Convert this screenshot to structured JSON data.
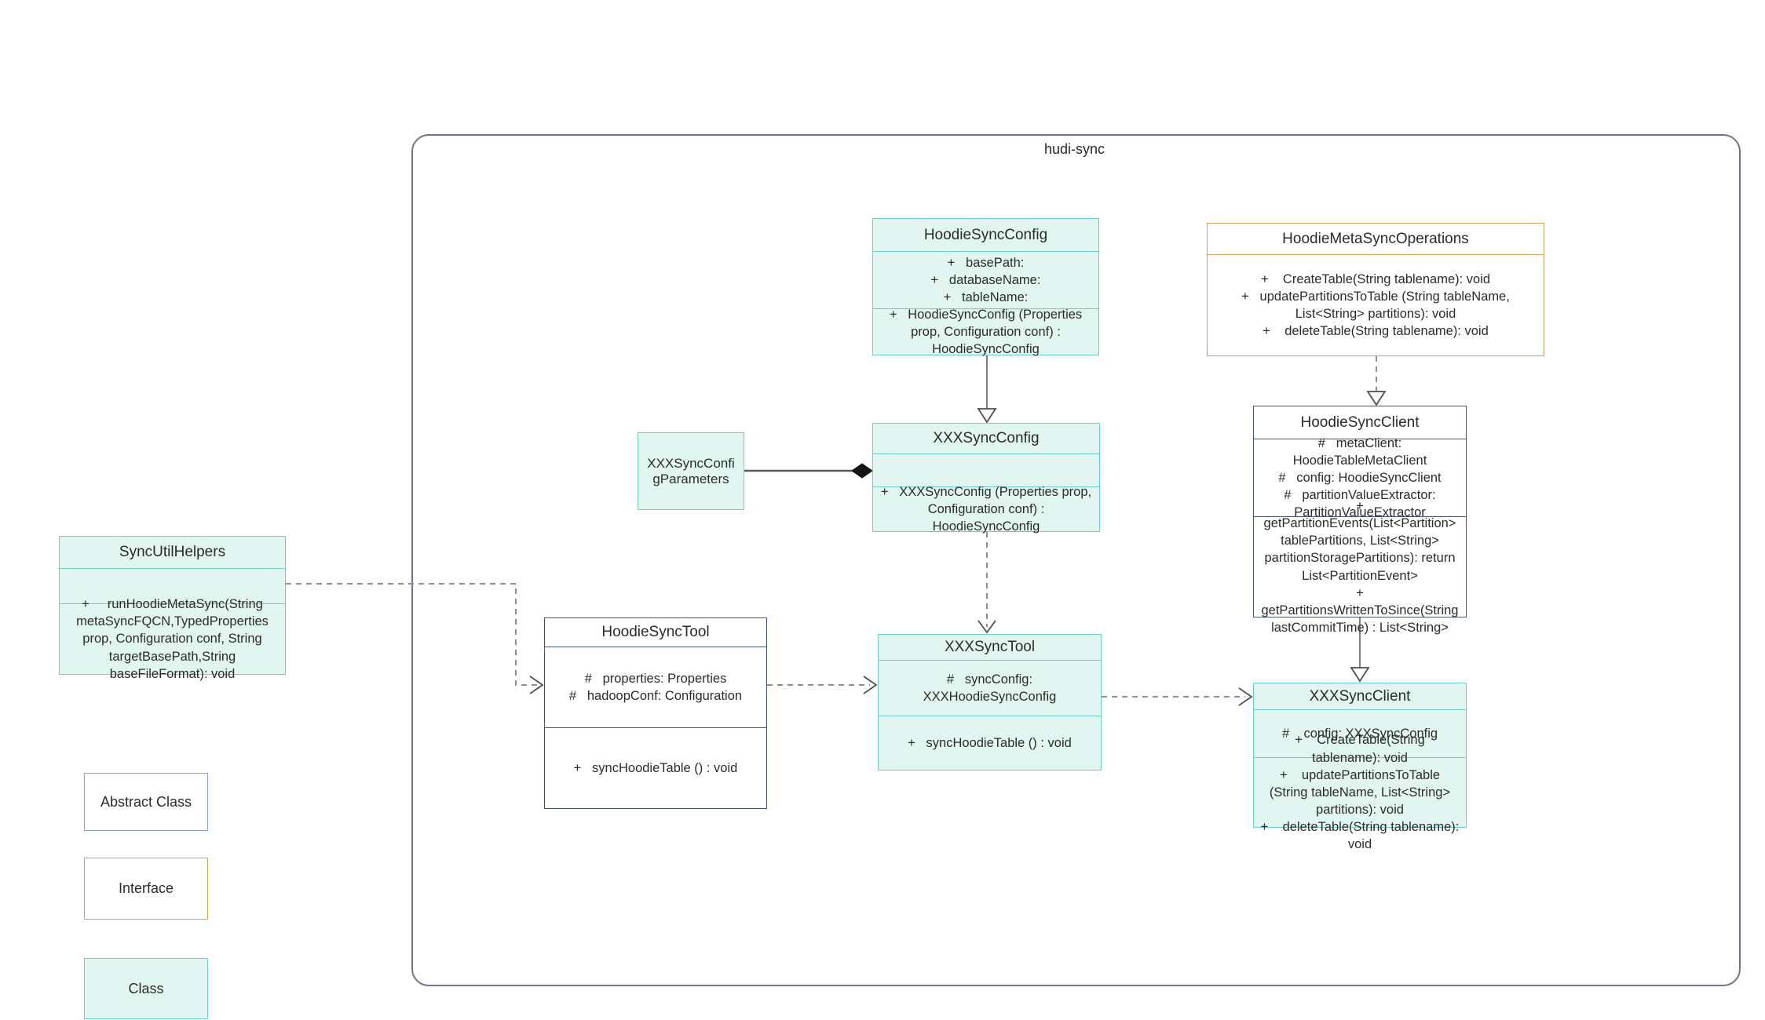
{
  "palette": {
    "class_fill": "#e1f6f1",
    "class_border": "#6ecec2",
    "abstract_border": "#44527a",
    "abstract_legend_border": "#8ba0d8",
    "interface_border": "#d3a05d",
    "package_border": "#6e7585",
    "connector_gray": "#8f8f8f",
    "text": "#2b2b2b"
  },
  "package": {
    "label": "hudi-sync"
  },
  "classes": {
    "hoodie_sync_config": {
      "title": "HoodieSyncConfig",
      "attributes": [
        "+   basePath:",
        "+   databaseName:",
        "+   tableName:"
      ],
      "methods": [
        "+   HoodieSyncConfig (Properties prop, Configuration conf) : HoodieSyncConfig"
      ]
    },
    "hoodie_meta_sync_operations": {
      "title": "HoodieMetaSyncOperations",
      "methods": [
        "+    CreateTable(String tablename): void",
        "+   updatePartitionsToTable (String tableName, List<String> partitions): void",
        "+    deleteTable(String tablename): void"
      ]
    },
    "xxx_sync_config": {
      "title": "XXXSyncConfig",
      "attributes": [],
      "methods": [
        "+   XXXSyncConfig (Properties prop, Configuration conf) : HoodieSyncConfig"
      ]
    },
    "xxx_sync_config_parameters": {
      "title": "XXXSyncConfigParameters"
    },
    "sync_util_helpers": {
      "title": "SyncUtilHelpers",
      "attributes": [],
      "methods": [
        "+     runHoodieMetaSync(String metaSyncFQCN,TypedProperties prop, Configuration conf, String targetBasePath,String baseFileFormat): void"
      ]
    },
    "hoodie_sync_tool": {
      "title": "HoodieSyncTool",
      "attributes": [
        "#   properties: Properties",
        "#   hadoopConf: Configuration"
      ],
      "methods": [
        "+   syncHoodieTable () : void"
      ]
    },
    "xxx_sync_tool": {
      "title": "XXXSyncTool",
      "attributes": [
        "#   syncConfig: XXXHoodieSyncConfig"
      ],
      "methods": [
        "+   syncHoodieTable () : void"
      ]
    },
    "hoodie_sync_client": {
      "title": "HoodieSyncClient",
      "attributes": [
        "#   metaClient: HoodieTableMetaClient",
        "#   config: HoodieSyncClient",
        "#   partitionValueExtractor: PartitionValueExtractor"
      ],
      "methods": [
        "+   getPartitionEvents(List<Partition> tablePartitions, List<String> partitionStoragePartitions): return List<PartitionEvent>",
        "+   getPartitionsWrittenToSince(String lastCommitTime) : List<String>"
      ]
    },
    "xxx_sync_client": {
      "title": "XXXSyncClient",
      "attributes": [
        "#    config: XXXSyncConfig"
      ],
      "methods": [
        "+    CreateTable(String tablename): void",
        "+    updatePartitionsToTable (String tableName, List<String> partitions): void",
        "+    deleteTable(String tablename): void"
      ]
    }
  },
  "legend": [
    {
      "label": "Abstract Class"
    },
    {
      "label": "Interface"
    },
    {
      "label": "Class"
    }
  ]
}
